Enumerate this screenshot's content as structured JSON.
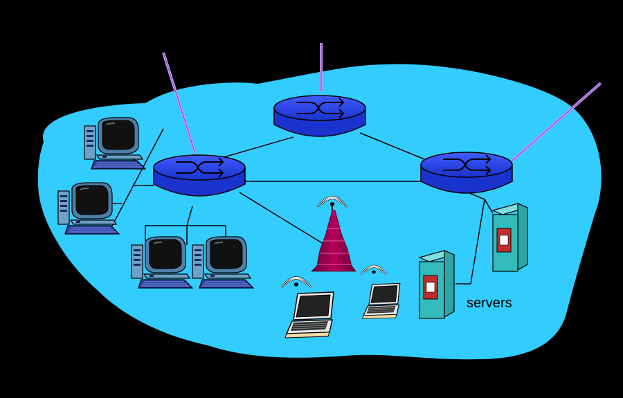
{
  "diagram": {
    "background_color": "#000000",
    "network_color": "#33ccff",
    "router_color": "#1a33cc",
    "link_color": "#000000",
    "uplink_color": "#cc99ff",
    "tower_color": "#99004d",
    "server_color": "#33bbbb",
    "labels": {
      "servers": "servers"
    },
    "nodes": [
      {
        "id": "router-left",
        "kind": "router-icon"
      },
      {
        "id": "router-top",
        "kind": "router-icon"
      },
      {
        "id": "router-right",
        "kind": "router-icon"
      },
      {
        "id": "desktop-1",
        "kind": "desktop-computer-icon"
      },
      {
        "id": "desktop-2",
        "kind": "desktop-computer-icon"
      },
      {
        "id": "desktop-3",
        "kind": "desktop-computer-icon"
      },
      {
        "id": "desktop-4",
        "kind": "desktop-computer-icon"
      },
      {
        "id": "wireless-tower",
        "kind": "wireless-tower-icon"
      },
      {
        "id": "laptop-1",
        "kind": "laptop-icon"
      },
      {
        "id": "laptop-2",
        "kind": "laptop-icon"
      },
      {
        "id": "server-1",
        "kind": "server-icon"
      },
      {
        "id": "server-2",
        "kind": "server-icon"
      }
    ]
  }
}
